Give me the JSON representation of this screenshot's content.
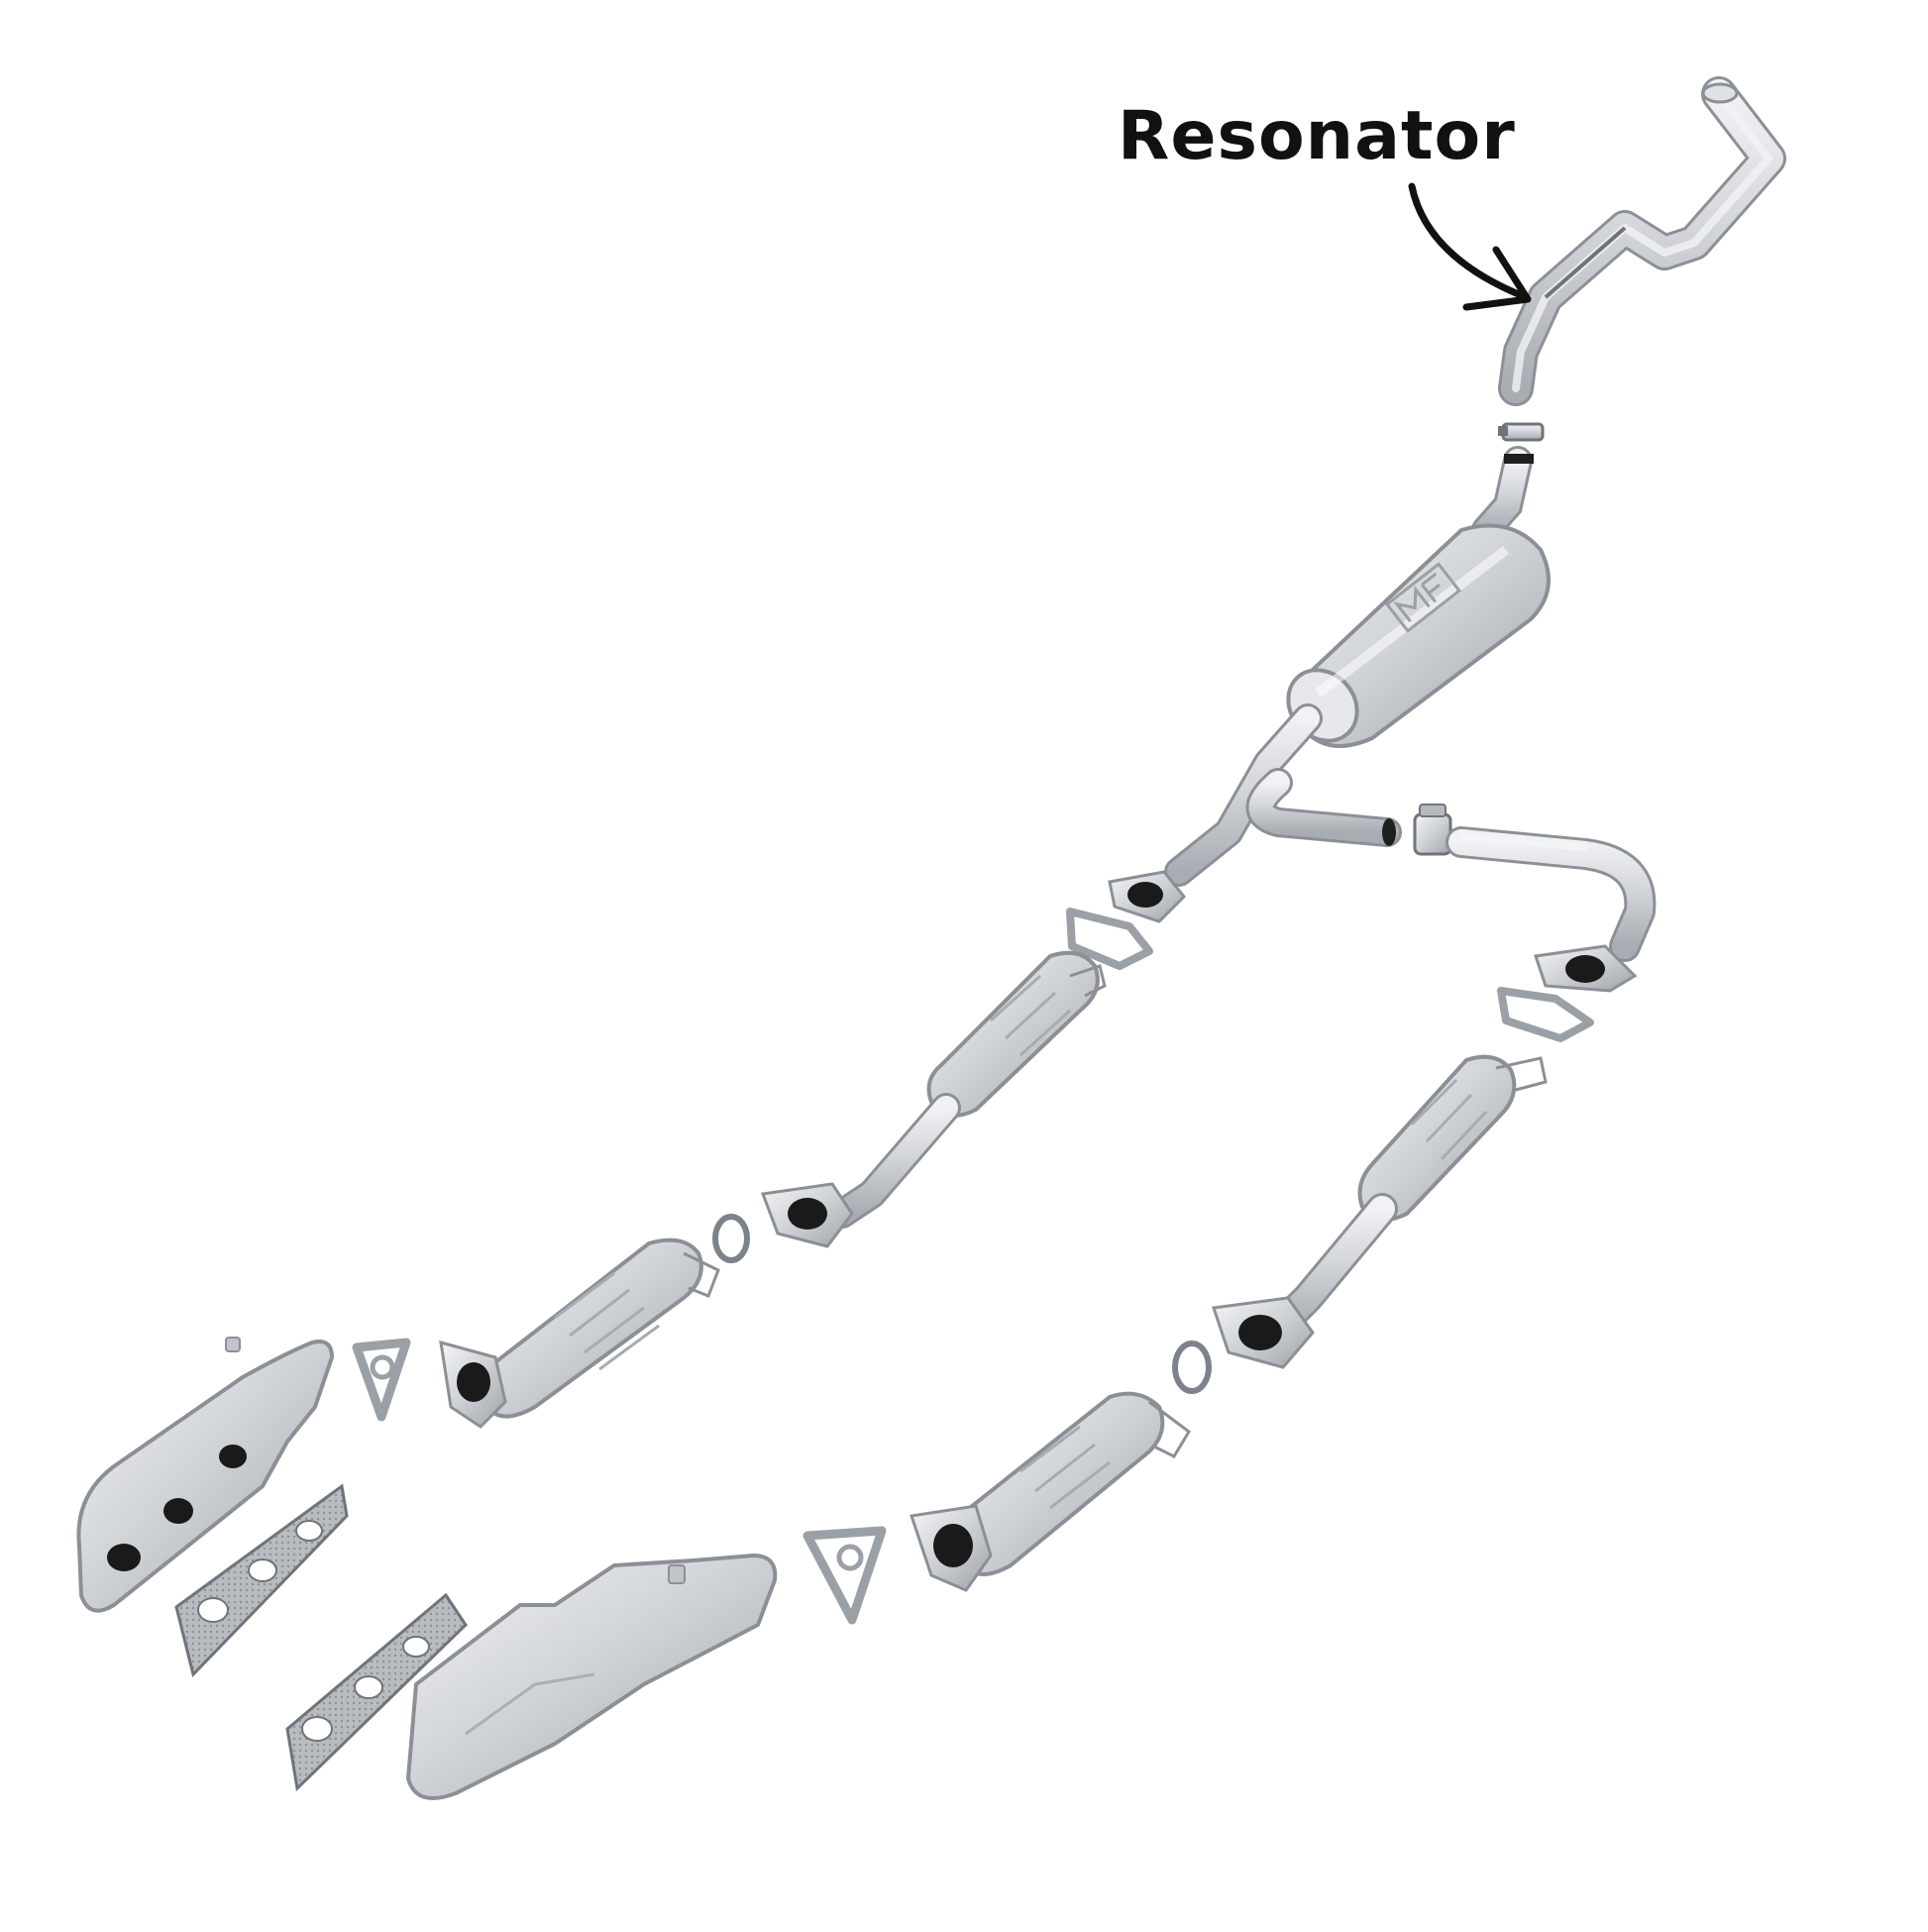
{
  "callout": {
    "label": "Resonator"
  },
  "colors": {
    "text": "#111111",
    "pipe": "#c9ccd0",
    "pipe_edge": "#8c9096",
    "pipe_highlight": "#eef0f2",
    "gasket": "#9aa0a6",
    "flange_hole": "#1a1a1a",
    "background": "#ffffff"
  },
  "diagram": {
    "kind": "exploded exhaust system",
    "components": [
      "tailpipe",
      "resonator",
      "band-clamp",
      "muffler",
      "y-pipe",
      "catalytic-converter",
      "flange-gasket",
      "exhaust-manifold",
      "manifold-gasket"
    ],
    "brand_logo": "MF"
  }
}
